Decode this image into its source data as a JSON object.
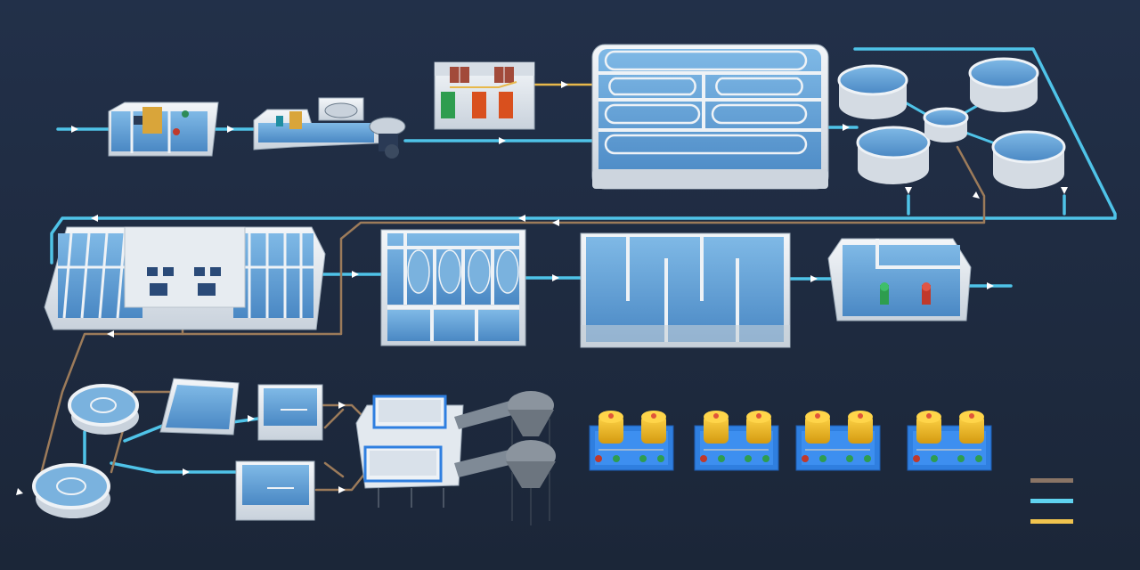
{
  "colors": {
    "background": "#1e2b3e",
    "water_pipe": "#4fc3e8",
    "sludge_pipe": "#9c7b5a",
    "gas_pipe": "#e8b84a",
    "legend_sludge": "#8a7566",
    "legend_water": "#5fd2ef",
    "legend_gas": "#f0c34e",
    "structure_white": "#eef2f6",
    "water_fill": "#5d9fd6",
    "chem_tank": "#f0c02c",
    "chem_base": "#2f7fe0"
  },
  "legend": [
    {
      "key": "sludge",
      "icon": "sludge-line-swatch"
    },
    {
      "key": "water",
      "icon": "water-line-swatch"
    },
    {
      "key": "gas",
      "icon": "gas-line-swatch"
    }
  ],
  "units": [
    {
      "id": "coarse-screen",
      "icon": "screen-channel-icon"
    },
    {
      "id": "fine-screen-grit",
      "icon": "fine-screen-icon"
    },
    {
      "id": "blower-room",
      "icon": "blower-icon"
    },
    {
      "id": "biological-tank",
      "icon": "aeration-tank-icon"
    },
    {
      "id": "secondary-clarifiers",
      "icon": "clarifier-icon"
    },
    {
      "id": "filter-building",
      "icon": "filter-icon"
    },
    {
      "id": "disc-filter",
      "icon": "disc-filter-icon"
    },
    {
      "id": "disinfection-contact",
      "icon": "contact-tank-icon"
    },
    {
      "id": "effluent-pump",
      "icon": "pump-icon"
    },
    {
      "id": "sludge-thickeners",
      "icon": "thickener-icon"
    },
    {
      "id": "sludge-tanks",
      "icon": "sludge-tank-icon"
    },
    {
      "id": "dewatering",
      "icon": "filter-press-icon"
    },
    {
      "id": "sludge-silos",
      "icon": "silo-icon"
    },
    {
      "id": "chemical-dosing",
      "icon": "dosing-skid-icon"
    }
  ]
}
